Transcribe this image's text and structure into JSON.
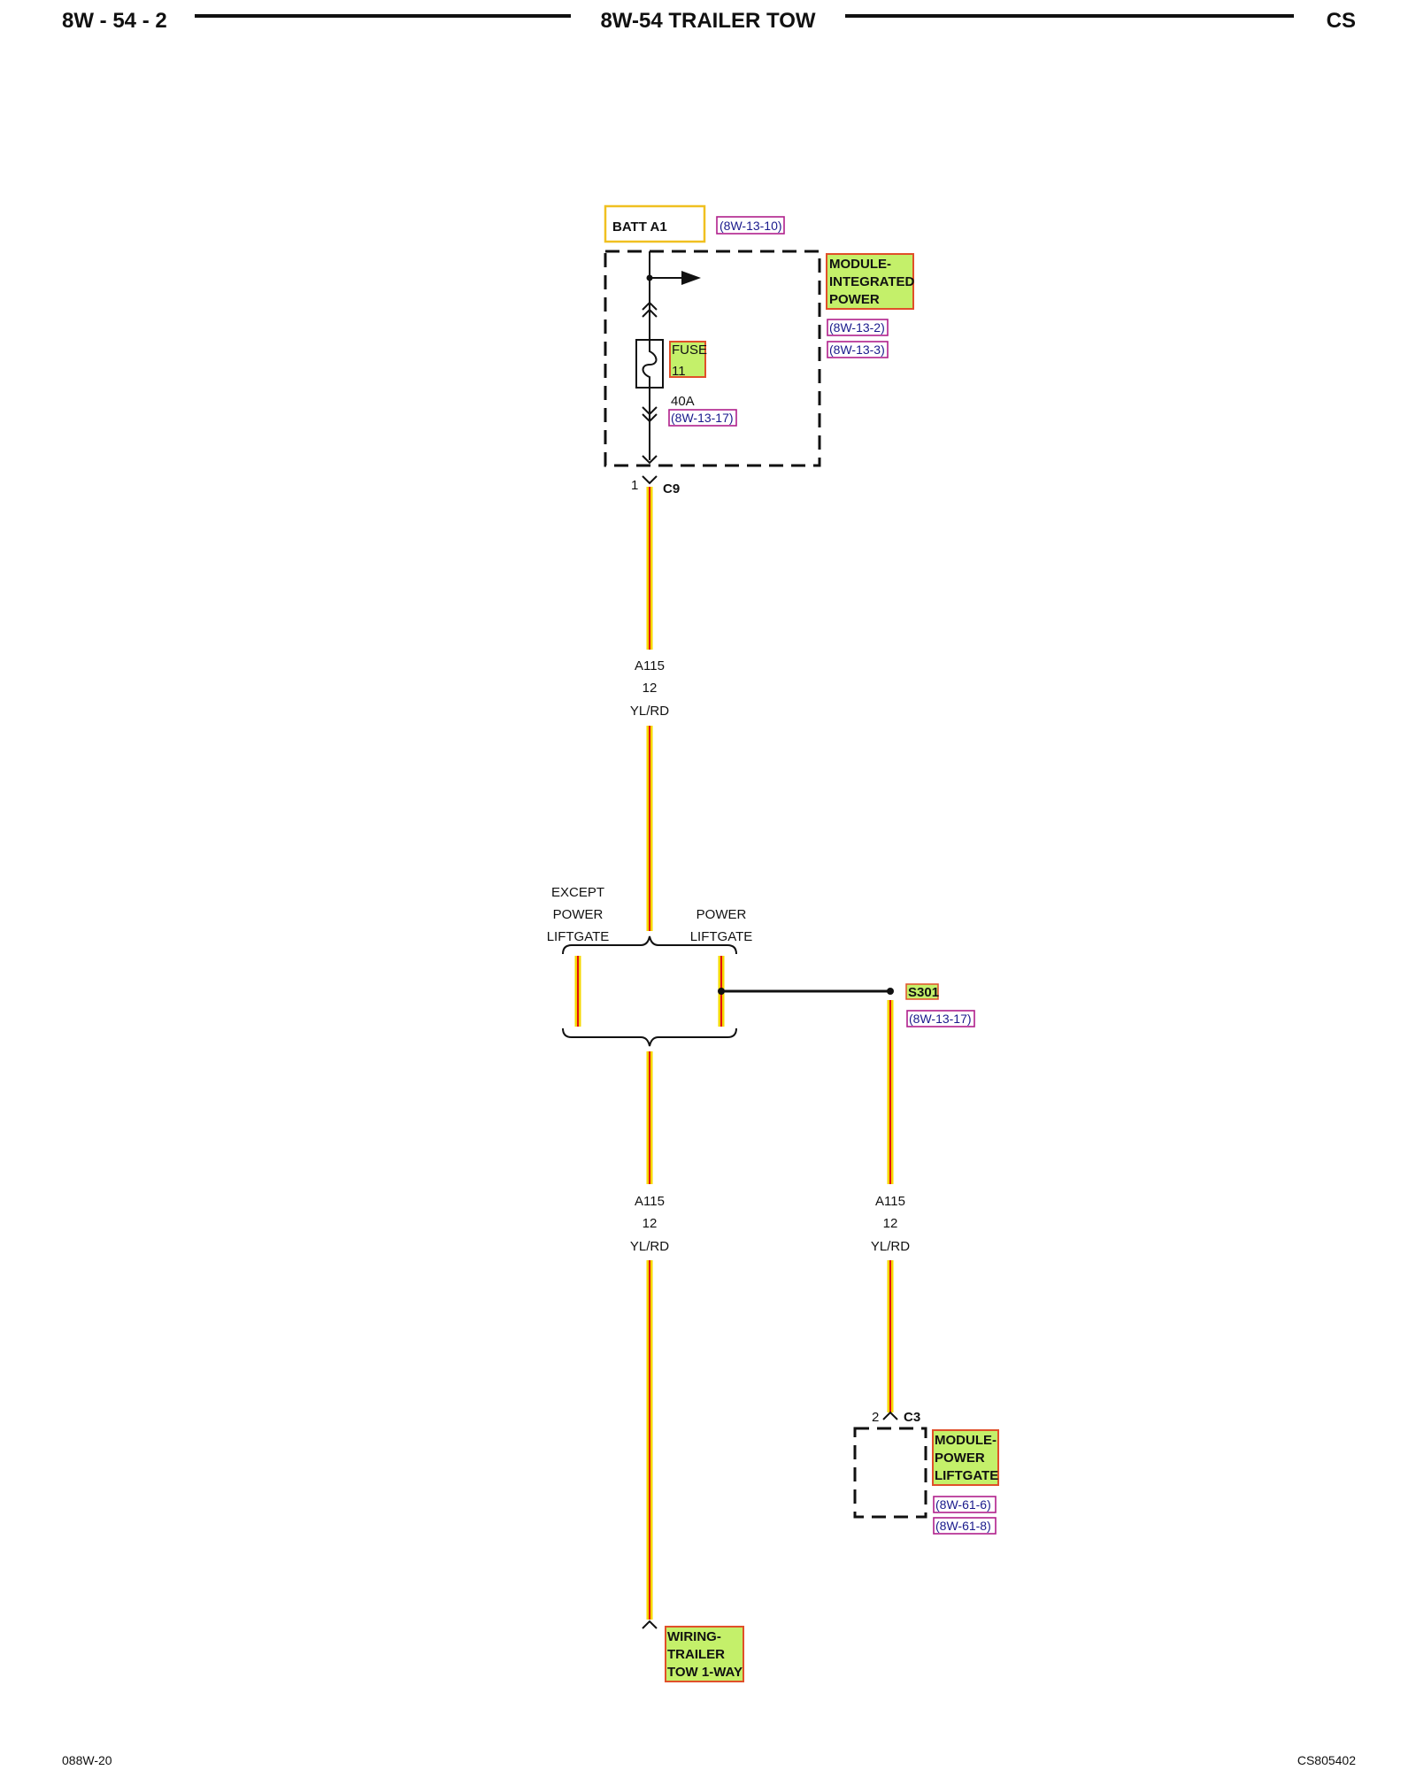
{
  "header": {
    "left": "8W - 54 - 2",
    "center": "8W-54 TRAILER TOW",
    "right": "CS"
  },
  "footer": {
    "left": "088W-20",
    "right": "CS805402"
  },
  "power_source": {
    "label": "BATT A1",
    "ref": "(8W-13-10)"
  },
  "module_integrated_power": {
    "label_lines": [
      "MODULE-",
      "INTEGRATED",
      "POWER"
    ],
    "refs": [
      "(8W-13-2)",
      "(8W-13-3)"
    ]
  },
  "fuse": {
    "label_lines": [
      "FUSE",
      "11"
    ],
    "rating": "40A",
    "ref": "(8W-13-17)"
  },
  "connector_c9": {
    "pin": "1",
    "name": "C9"
  },
  "wire_top": {
    "circuit": "A115",
    "gauge": "12",
    "color": "YL/RD"
  },
  "options": {
    "left_lines": [
      "EXCEPT",
      "POWER",
      "LIFTGATE"
    ],
    "right_lines": [
      "POWER",
      "LIFTGATE"
    ]
  },
  "splice": {
    "name": "S301",
    "ref": "(8W-13-17)"
  },
  "wire_left": {
    "circuit": "A115",
    "gauge": "12",
    "color": "YL/RD"
  },
  "wire_right": {
    "circuit": "A115",
    "gauge": "12",
    "color": "YL/RD"
  },
  "connector_c3": {
    "pin": "2",
    "name": "C3"
  },
  "module_power_liftgate": {
    "label_lines": [
      "MODULE-",
      "POWER",
      "LIFTGATE"
    ],
    "refs": [
      "(8W-61-6)",
      "(8W-61-8)"
    ]
  },
  "wiring_trailer": {
    "label_lines": [
      "WIRING-",
      "TRAILER",
      "TOW 1-WAY"
    ]
  },
  "colors": {
    "wire_yellow": "#f5d800",
    "wire_red": "#e01010",
    "label_fill": "#c4f06a",
    "label_border": "#e0502a",
    "batt_border": "#f0c020",
    "ref_border": "#b0208c"
  }
}
